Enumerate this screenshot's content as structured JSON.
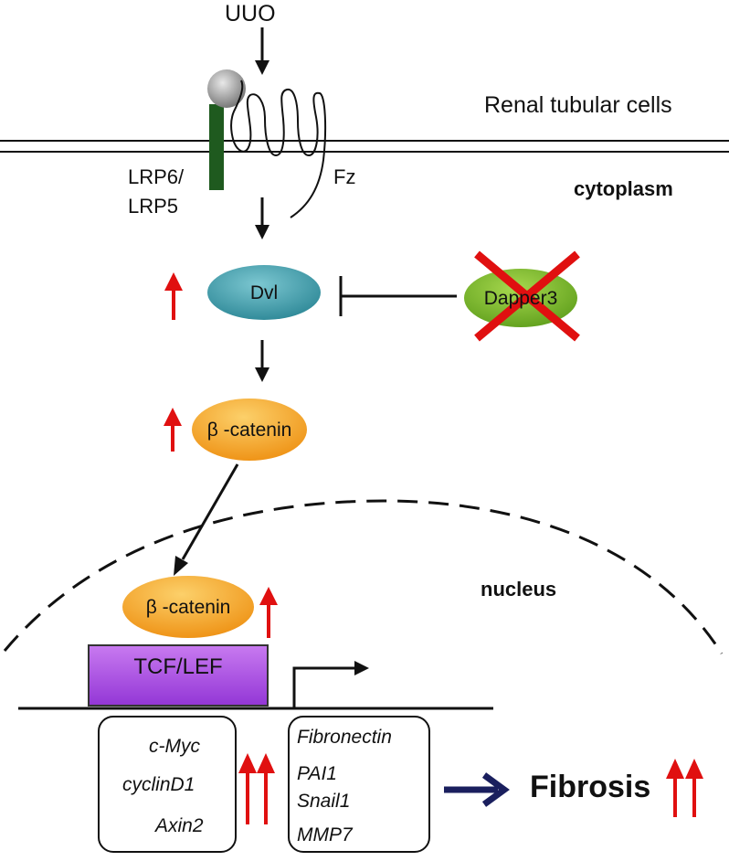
{
  "labels": {
    "stimulus": "UUO",
    "cell_type": "Renal tubular cells",
    "cytoplasm": "cytoplasm",
    "coreceptor_line1": "LRP6/",
    "coreceptor_line2": "LRP5",
    "receptor": "Fz",
    "dvl": "Dvl",
    "dapper": "Dapper3",
    "beta_catenin_cyto": "β -catenin",
    "beta_catenin_nuc": "β -catenin",
    "nucleus": "nucleus",
    "tcf": "TCF/LEF",
    "outcome": "Fibrosis"
  },
  "target_genes_left": [
    "c-Myc",
    "cyclinD1",
    "Axin2"
  ],
  "target_genes_right": [
    "Fibronectin",
    "PAI1",
    "Snail1",
    "MMP7"
  ],
  "colors": {
    "dvl_fill": "#3a9aa8",
    "dapper_fill": "#7fbf2a",
    "catenin_fill": "#f5a21e",
    "tcf_fill": "#a64de0",
    "up_arrow": "#e01010",
    "cross": "#e01010",
    "fibrosis_arrow": "#1a1f5e",
    "lrp_bar": "#1f5a1f"
  }
}
